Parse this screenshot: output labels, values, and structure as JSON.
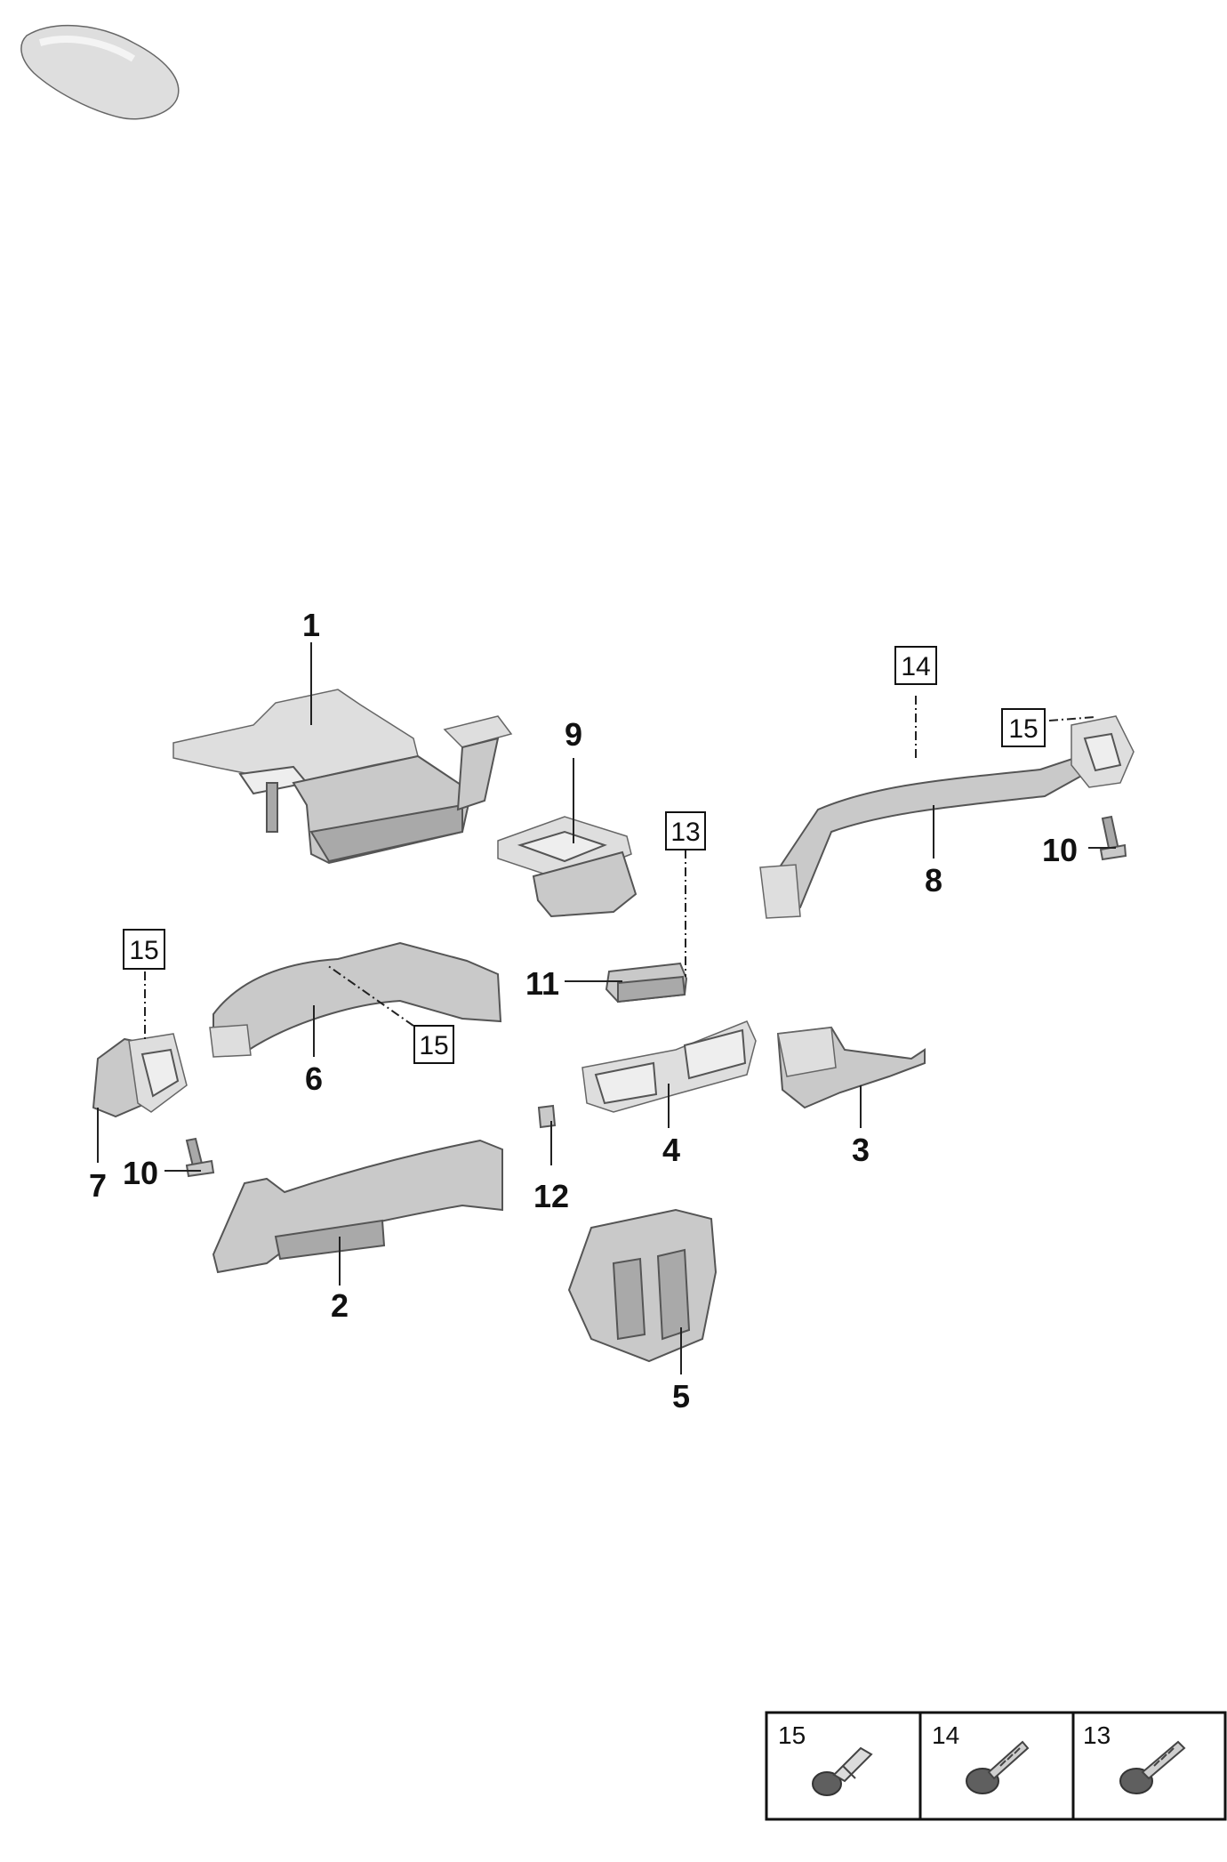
{
  "callouts": [
    "1",
    "2",
    "3",
    "4",
    "5",
    "6",
    "7",
    "8",
    "9",
    "10",
    "10",
    "11",
    "12"
  ],
  "boxed": [
    "14",
    "15",
    "13",
    "15",
    "15"
  ],
  "legend": [
    "15",
    "14",
    "13"
  ],
  "colors": {
    "part": "#c9c9c9",
    "ink": "#111111"
  }
}
